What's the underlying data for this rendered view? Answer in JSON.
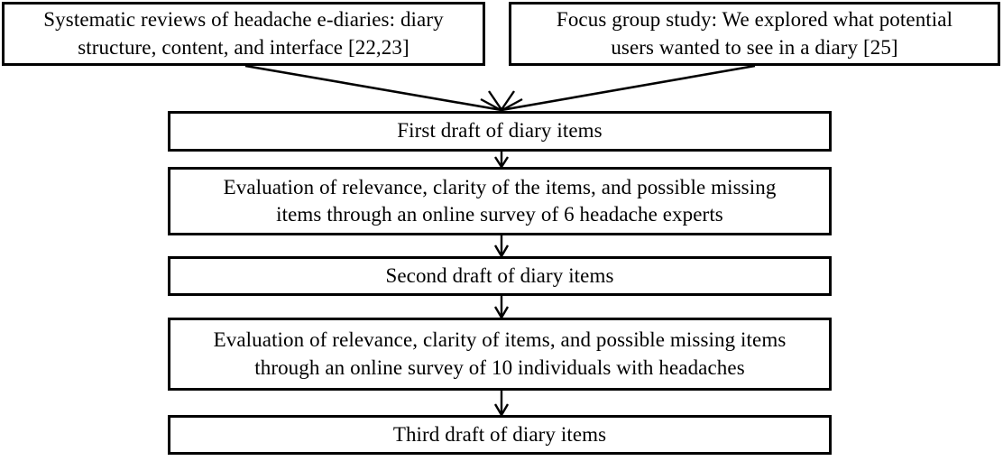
{
  "diagram": {
    "title": "Headache e-diary item development flowchart",
    "type": "flowchart",
    "background_color": "#ffffff",
    "line_color": "#000000",
    "text_color": "#000000",
    "nodes": [
      {
        "id": "top-left",
        "text": "Systematic reviews of headache e-diaries: diary\nstructure, content, and interface [22,23]"
      },
      {
        "id": "top-right",
        "text": "Focus group study: We explored what potential\nusers wanted to see in a diary [25]"
      },
      {
        "id": "first-draft",
        "text": "First draft of diary items"
      },
      {
        "id": "evaluation-experts",
        "text": "Evaluation of relevance, clarity of the items, and possible missing\nitems through an online survey of 6 headache experts"
      },
      {
        "id": "second-draft",
        "text": "Second draft of diary items"
      },
      {
        "id": "evaluation-individuals",
        "text": "Evaluation of relevance, clarity of items, and possible missing items\nthrough an online survey of 10 individuals with headaches"
      },
      {
        "id": "third-draft",
        "text": "Third draft of diary items"
      }
    ],
    "edges": [
      {
        "id": "top-left-to-first",
        "from": "top-left",
        "to": "first-draft",
        "style": "diagonal-arrow"
      },
      {
        "id": "top-right-to-first",
        "from": "top-right",
        "to": "first-draft",
        "style": "diagonal-arrow"
      },
      {
        "id": "first-to-eval1",
        "from": "first-draft",
        "to": "evaluation-experts",
        "style": "vertical-arrow"
      },
      {
        "id": "eval1-to-second",
        "from": "evaluation-experts",
        "to": "second-draft",
        "style": "vertical-arrow"
      },
      {
        "id": "second-to-eval2",
        "from": "second-draft",
        "to": "evaluation-individuals",
        "style": "vertical-arrow"
      },
      {
        "id": "eval2-to-third",
        "from": "evaluation-individuals",
        "to": "third-draft",
        "style": "vertical-arrow"
      }
    ]
  }
}
